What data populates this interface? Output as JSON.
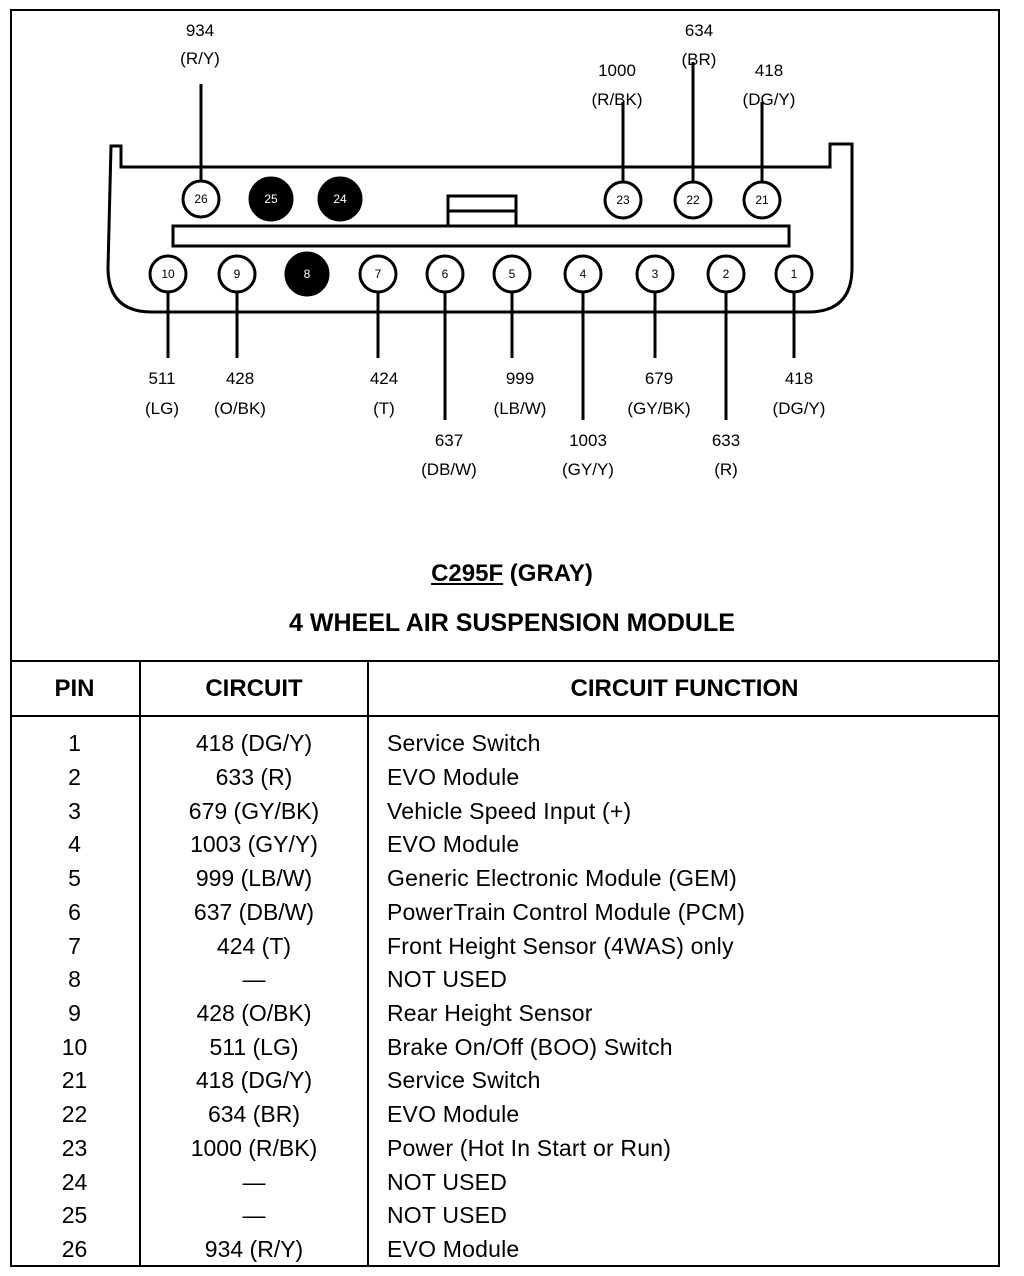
{
  "connector": {
    "id": "C295F",
    "color_label": "(GRAY)",
    "module": "4 WHEEL AIR SUSPENSION MODULE"
  },
  "pins": [
    {
      "pin": "26",
      "state": "used",
      "circuit": "934",
      "color": "(R/Y)"
    },
    {
      "pin": "25",
      "state": "unused"
    },
    {
      "pin": "24",
      "state": "unused"
    },
    {
      "pin": "23",
      "state": "used",
      "circuit": "1000",
      "color": "(R/BK)"
    },
    {
      "pin": "22",
      "state": "used",
      "circuit": "634",
      "color": "(BR)"
    },
    {
      "pin": "21",
      "state": "used",
      "circuit": "418",
      "color": "(DG/Y)"
    },
    {
      "pin": "10",
      "state": "used",
      "circuit": "511",
      "color": "(LG)"
    },
    {
      "pin": "9",
      "state": "used",
      "circuit": "428",
      "color": "(O/BK)"
    },
    {
      "pin": "8",
      "state": "unused"
    },
    {
      "pin": "7",
      "state": "used",
      "circuit": "424",
      "color": "(T)"
    },
    {
      "pin": "6",
      "state": "used",
      "circuit": "637",
      "color": "(DB/W)"
    },
    {
      "pin": "5",
      "state": "used",
      "circuit": "999",
      "color": "(LB/W)"
    },
    {
      "pin": "4",
      "state": "used",
      "circuit": "1003",
      "color": "(GY/Y)"
    },
    {
      "pin": "3",
      "state": "used",
      "circuit": "679",
      "color": "(GY/BK)"
    },
    {
      "pin": "2",
      "state": "used",
      "circuit": "633",
      "color": "(R)"
    },
    {
      "pin": "1",
      "state": "used",
      "circuit": "418",
      "color": "(DG/Y)"
    }
  ],
  "table": {
    "headers": [
      "PIN",
      "CIRCUIT",
      "CIRCUIT FUNCTION"
    ],
    "rows": [
      {
        "pin": "1",
        "circuit": "418 (DG/Y)",
        "function": "Service Switch"
      },
      {
        "pin": "2",
        "circuit": "633 (R)",
        "function": "EVO Module"
      },
      {
        "pin": "3",
        "circuit": "679 (GY/BK)",
        "function": "Vehicle Speed Input (+)"
      },
      {
        "pin": "4",
        "circuit": "1003 (GY/Y)",
        "function": "EVO Module"
      },
      {
        "pin": "5",
        "circuit": "999 (LB/W)",
        "function": "Generic Electronic Module (GEM)"
      },
      {
        "pin": "6",
        "circuit": "637 (DB/W)",
        "function": "PowerTrain Control Module (PCM)"
      },
      {
        "pin": "7",
        "circuit": "424 (T)",
        "function": "Front Height Sensor (4WAS) only"
      },
      {
        "pin": "8",
        "circuit": "—",
        "function": "NOT USED"
      },
      {
        "pin": "9",
        "circuit": "428 (O/BK)",
        "function": "Rear Height Sensor"
      },
      {
        "pin": "10",
        "circuit": "511 (LG)",
        "function": "Brake On/Off (BOO) Switch"
      },
      {
        "pin": "21",
        "circuit": "418 (DG/Y)",
        "function": "Service Switch"
      },
      {
        "pin": "22",
        "circuit": "634 (BR)",
        "function": "EVO Module"
      },
      {
        "pin": "23",
        "circuit": "1000 (R/BK)",
        "function": "Power (Hot In Start or Run)"
      },
      {
        "pin": "24",
        "circuit": "—",
        "function": "NOT USED"
      },
      {
        "pin": "25",
        "circuit": "—",
        "function": "NOT USED"
      },
      {
        "pin": "26",
        "circuit": "934 (R/Y)",
        "function": "EVO Module"
      }
    ]
  }
}
